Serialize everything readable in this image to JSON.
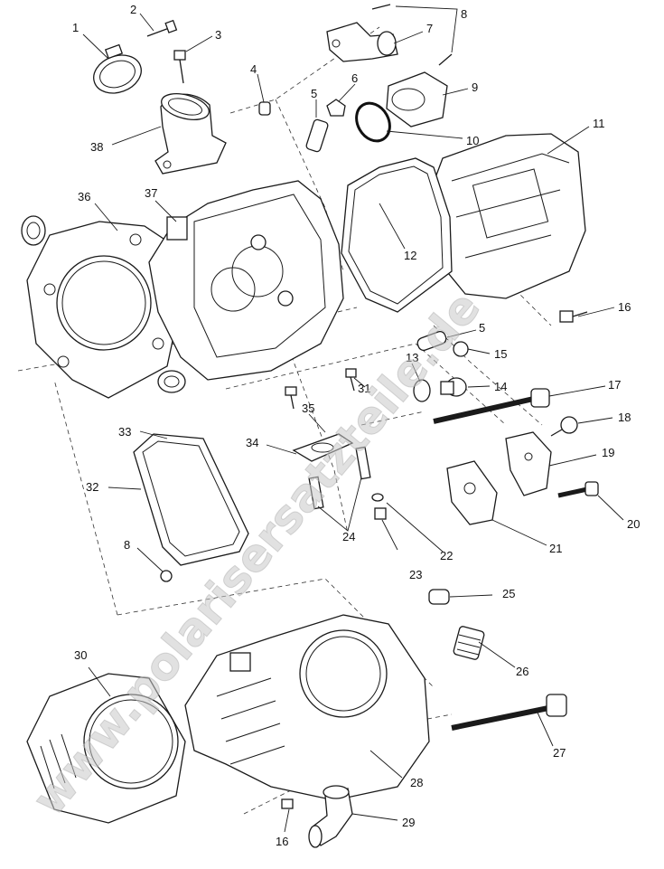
{
  "watermark": "www.polarisersatzteile.de",
  "callouts": [
    {
      "id": "c1",
      "label": "1"
    },
    {
      "id": "c2",
      "label": "2"
    },
    {
      "id": "c3",
      "label": "3"
    },
    {
      "id": "c4",
      "label": "4"
    },
    {
      "id": "c5a",
      "label": "5"
    },
    {
      "id": "c6",
      "label": "6"
    },
    {
      "id": "c7",
      "label": "7"
    },
    {
      "id": "c8a",
      "label": "8"
    },
    {
      "id": "c9",
      "label": "9"
    },
    {
      "id": "c10",
      "label": "10"
    },
    {
      "id": "c11",
      "label": "11"
    },
    {
      "id": "c12",
      "label": "12"
    },
    {
      "id": "c13",
      "label": "13"
    },
    {
      "id": "c14",
      "label": "14"
    },
    {
      "id": "c15",
      "label": "15"
    },
    {
      "id": "c16a",
      "label": "16"
    },
    {
      "id": "c17",
      "label": "17"
    },
    {
      "id": "c18",
      "label": "18"
    },
    {
      "id": "c19",
      "label": "19"
    },
    {
      "id": "c20",
      "label": "20"
    },
    {
      "id": "c21",
      "label": "21"
    },
    {
      "id": "c22",
      "label": "22"
    },
    {
      "id": "c23",
      "label": "23"
    },
    {
      "id": "c24",
      "label": "24"
    },
    {
      "id": "c25",
      "label": "25"
    },
    {
      "id": "c26",
      "label": "26"
    },
    {
      "id": "c27",
      "label": "27"
    },
    {
      "id": "c28",
      "label": "28"
    },
    {
      "id": "c29",
      "label": "29"
    },
    {
      "id": "c30",
      "label": "30"
    },
    {
      "id": "c31",
      "label": "31"
    },
    {
      "id": "c32",
      "label": "32"
    },
    {
      "id": "c33",
      "label": "33"
    },
    {
      "id": "c34",
      "label": "34"
    },
    {
      "id": "c35",
      "label": "35"
    },
    {
      "id": "c36",
      "label": "36"
    },
    {
      "id": "c37",
      "label": "37"
    },
    {
      "id": "c38",
      "label": "38"
    },
    {
      "id": "c5b",
      "label": "5"
    },
    {
      "id": "c8b",
      "label": "8"
    },
    {
      "id": "c16b",
      "label": "16"
    },
    {
      "id": "c16c",
      "label": "16"
    }
  ]
}
